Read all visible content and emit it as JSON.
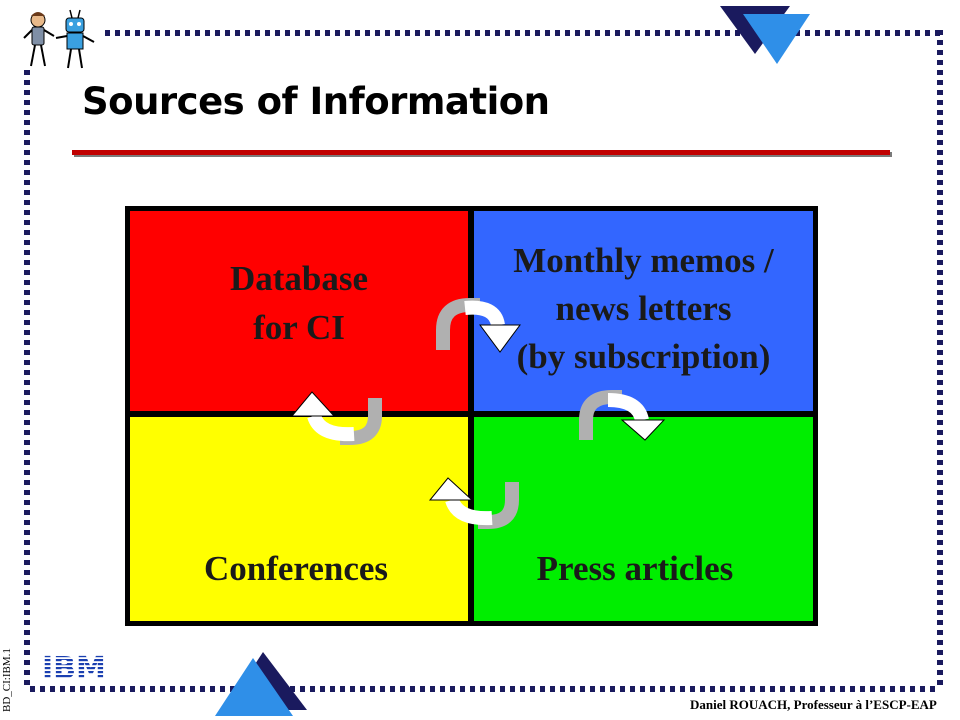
{
  "slide": {
    "title": "Sources of Information",
    "quadrants": {
      "top_left": {
        "lines": [
          "Database",
          "for CI"
        ],
        "color": "#ff0000"
      },
      "top_right": {
        "lines": [
          "Monthly memos /",
          "news letters",
          "(by subscription)"
        ],
        "color": "#3366ff"
      },
      "bottom_left": {
        "lines": [
          "Conferences"
        ],
        "color": "#ffff00"
      },
      "bottom_right": {
        "lines": [
          "Press articles"
        ],
        "color": "#00ee00"
      }
    },
    "logo_text": "IBM",
    "side_code": "BD_CI:IBM.1",
    "footer": "Daniel ROUACH,  Professeur à l’ESCP-EAP"
  },
  "colors": {
    "frame": "#1a1a5e",
    "title_rule": "#c00000",
    "triangle_dark": "#1a1a5e",
    "triangle_light": "#2f8fe8"
  },
  "icons": [
    "robot-logo-icon",
    "triangle-icon",
    "cycle-arrow-icon",
    "ibm-logo-icon"
  ]
}
